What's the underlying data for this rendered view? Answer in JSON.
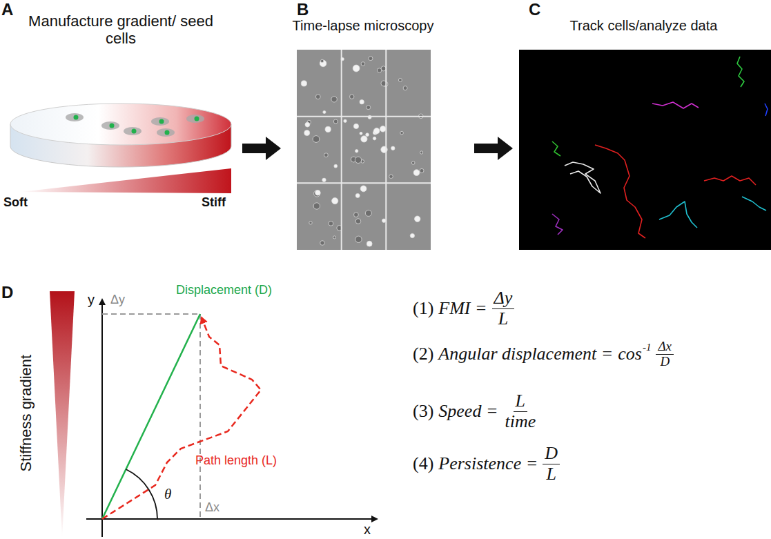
{
  "diagram": {
    "nodes": [
      {
        "text": [
          "A",
          "Manufacture gradient/ seed cells"
        ]
      },
      {
        "text": [
          "B",
          "Time-lapse microscopy"
        ]
      },
      {
        "text": [
          "C",
          "Track cells/analyze data"
        ]
      }
    ],
    "edges": [
      {
        "from": 0,
        "to": 1,
        "arrow": "to"
      },
      {
        "from": 1,
        "to": 2,
        "arrow": "to"
      }
    ],
    "labels": [
      "Soft",
      "Stiff",
      "D",
      "Stiffness gradient",
      "y",
      "Δy",
      "Displacement (D)",
      "Path length (L)",
      "θ",
      "Δx",
      "x",
      "(1)",
      "FMI =",
      "Δy",
      "L",
      "(2)",
      "Angular displacement =",
      "cos",
      "-1",
      "Δx",
      "D",
      "(3)",
      "Speed =",
      "L",
      "time",
      "(4)",
      "Persistence =",
      "D",
      "L"
    ]
  }
}
